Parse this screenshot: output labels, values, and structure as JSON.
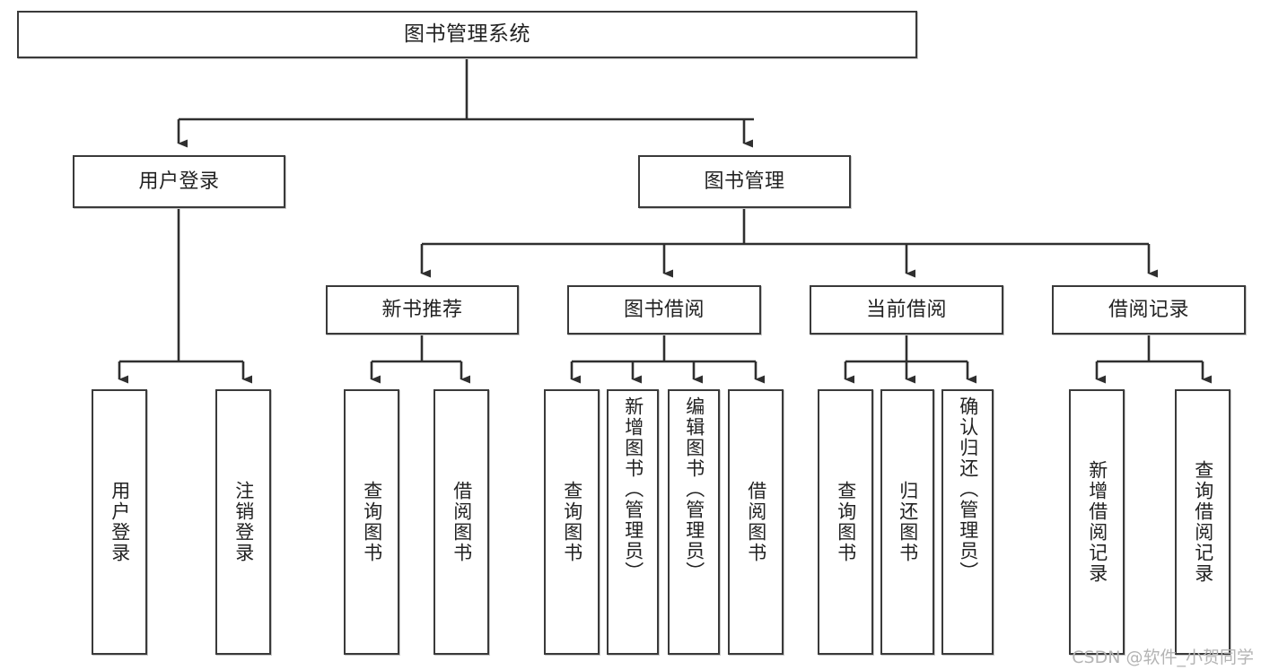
{
  "diagram": {
    "type": "tree",
    "title": "图书管理系统",
    "watermark": "CSDN @软件_小贺同学",
    "colors": {
      "box_border": "#3a3a3a",
      "box_fill": "#ffffff",
      "connector": "#2f2f2f",
      "text": "#222222",
      "watermark": "#b4b4b4"
    },
    "root": {
      "label": "图书管理系统"
    },
    "level2": [
      {
        "id": "user-login",
        "label": "用户登录"
      },
      {
        "id": "book-manage",
        "label": "图书管理"
      }
    ],
    "level3": [
      {
        "id": "new-book-rec",
        "label": "新书推荐"
      },
      {
        "id": "book-borrow",
        "label": "图书借阅"
      },
      {
        "id": "current-borrow",
        "label": "当前借阅"
      },
      {
        "id": "borrow-record",
        "label": "借阅记录"
      }
    ],
    "leaves": {
      "user-login": [
        {
          "id": "leaf-user-login",
          "label": "用户登录"
        },
        {
          "id": "leaf-user-logout",
          "label": "注销登录"
        }
      ],
      "new-book-rec": [
        {
          "id": "leaf-query-book-1",
          "label": "查询图书"
        },
        {
          "id": "leaf-borrow-book-1",
          "label": "借阅图书"
        }
      ],
      "book-borrow": [
        {
          "id": "leaf-query-book-2",
          "label": "查询图书"
        },
        {
          "id": "leaf-add-book",
          "label": "新增图书（管理员）"
        },
        {
          "id": "leaf-edit-book",
          "label": "编辑图书（管理员）"
        },
        {
          "id": "leaf-borrow-book-2",
          "label": "借阅图书"
        }
      ],
      "current-borrow": [
        {
          "id": "leaf-query-book-3",
          "label": "查询图书"
        },
        {
          "id": "leaf-return-book",
          "label": "归还图书"
        },
        {
          "id": "leaf-confirm-return",
          "label": "确认归还（管理员）"
        }
      ],
      "borrow-record": [
        {
          "id": "leaf-add-record",
          "label": "新增借阅记录"
        },
        {
          "id": "leaf-query-record",
          "label": "查询借阅记录"
        }
      ]
    }
  }
}
